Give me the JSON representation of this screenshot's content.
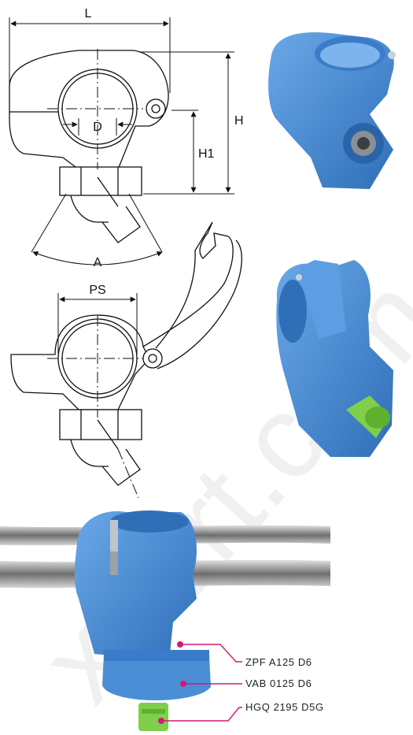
{
  "dimensions": {
    "length": "L",
    "height": "H",
    "height_1": "H1",
    "diameter": "D",
    "angle": "A",
    "pipe_size": "PS"
  },
  "callouts": [
    {
      "code": "ZPF  A125  D6"
    },
    {
      "code": "VAB  0125  D6"
    },
    {
      "code": "HGQ  2195  D5G"
    }
  ],
  "watermark": "xpert.com",
  "colors": {
    "clamp_blue": "#4a8fd6",
    "clamp_dark": "#2f6fb8",
    "nozzle_green": "#7fcf4a",
    "callout_magenta": "#d01a7a"
  }
}
